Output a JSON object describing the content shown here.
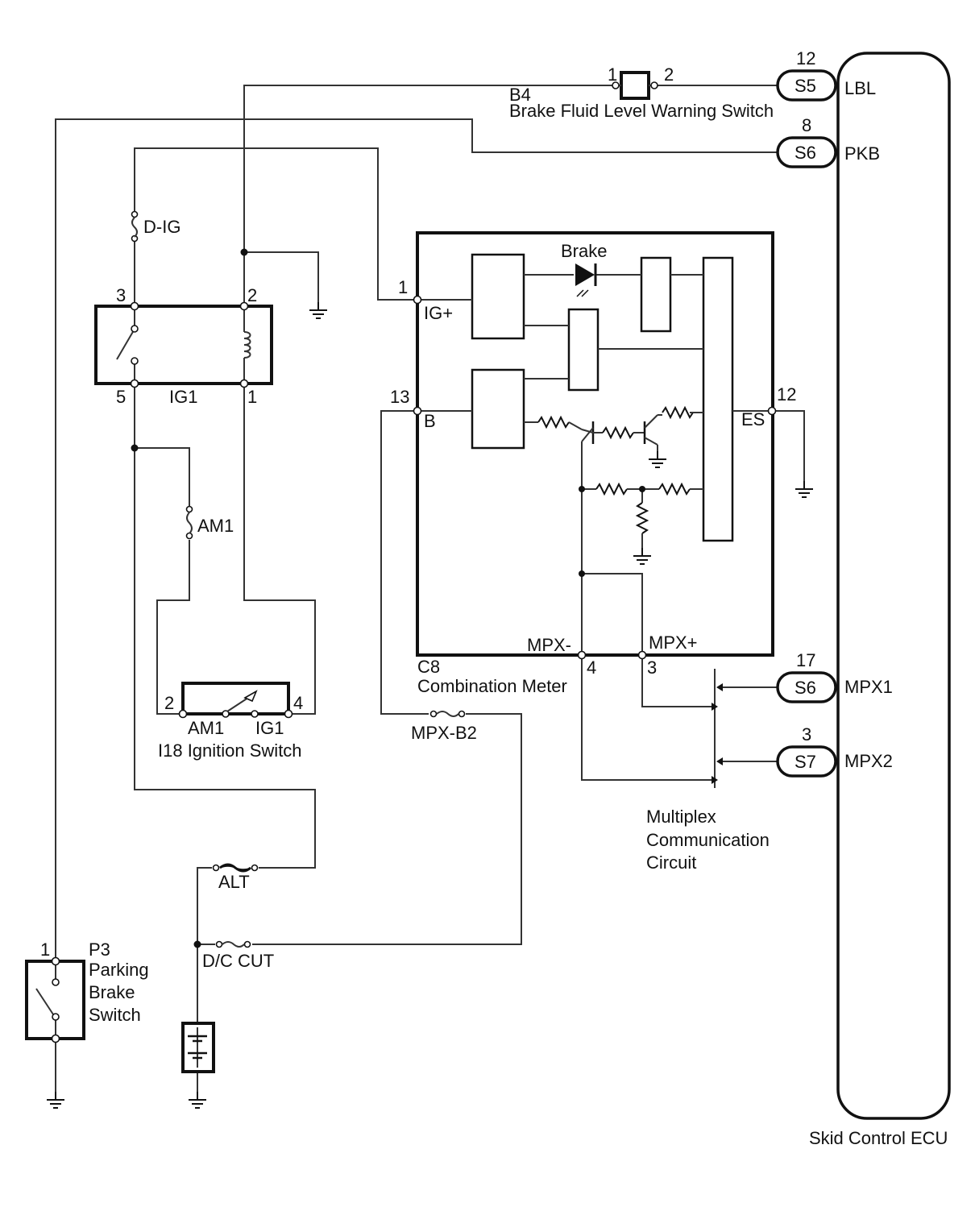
{
  "labels": {
    "b4_code": "B4",
    "b4_name": "Brake Fluid Level Warning Switch",
    "b4_pin1": "1",
    "b4_pin2": "2",
    "ecu_pin_12": "12",
    "ecu_pin_8": "8",
    "ecu_pin_17": "17",
    "ecu_pin_3": "3",
    "conn_s5": "S5",
    "conn_s6_top": "S6",
    "conn_s6_bottom": "S6",
    "conn_s7": "S7",
    "sig_lbl": "LBL",
    "sig_pkb": "PKB",
    "sig_mpx1": "MPX1",
    "sig_mpx2": "MPX2",
    "ecu_name": "Skid Control ECU",
    "fuse_dig": "D-IG",
    "fuse_am1": "AM1",
    "fuse_mpxb2": "MPX-B2",
    "fuse_alt": "ALT",
    "fuse_dccut": "D/C CUT",
    "relay_pin3": "3",
    "relay_pin2": "2",
    "relay_pin5": "5",
    "relay_pin1": "1",
    "relay_name": "IG1",
    "meter_pin1": "1",
    "meter_pin13": "13",
    "meter_pin12": "12",
    "meter_pin4": "4",
    "meter_pin3": "3",
    "meter_igp": "IG+",
    "meter_b": "B",
    "meter_es": "ES",
    "meter_mpxm": "MPX-",
    "meter_mpxp": "MPX+",
    "meter_brake": "Brake",
    "meter_code": "C8",
    "meter_name": "Combination Meter",
    "ign_pin2": "2",
    "ign_pin4": "4",
    "ign_am1": "AM1",
    "ign_ig1": "IG1",
    "ign_name": "I18  Ignition Switch",
    "mux_line1": "Multiplex",
    "mux_line2": "Communication",
    "mux_line3": "Circuit",
    "pb_pin1": "1",
    "pb_code": "P3",
    "pb_line1": "Parking",
    "pb_line2": "Brake",
    "pb_line3": "Switch"
  }
}
